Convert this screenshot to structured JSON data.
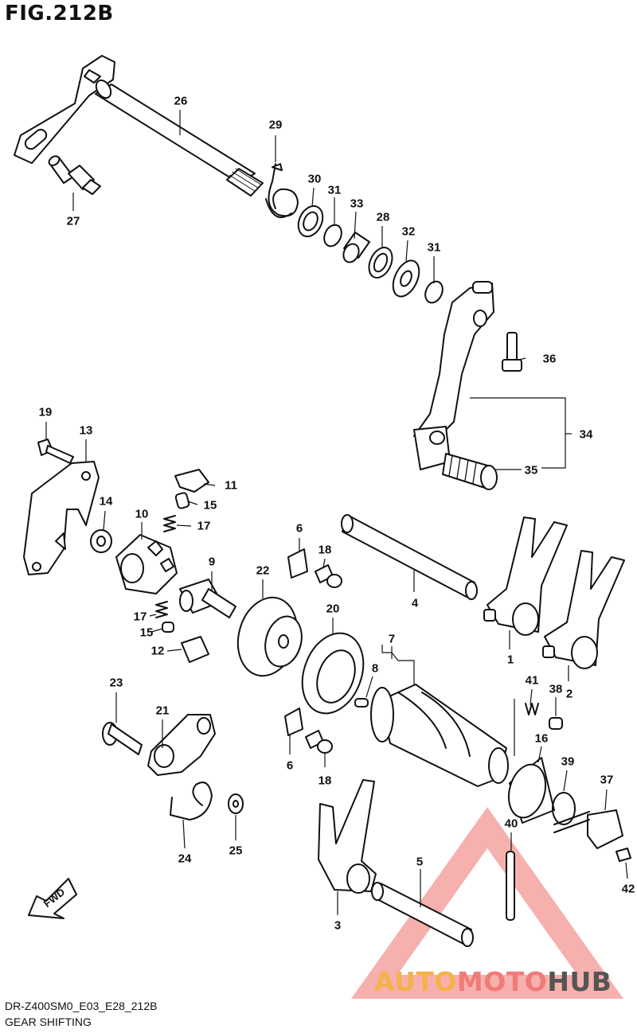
{
  "figure": {
    "title": "FIG.212B",
    "diagram_code": "DR-Z400SM0_E03_E28_212B",
    "caption": "GEAR SHIFTING"
  },
  "orientation_badge": "FWD",
  "watermark": {
    "part1": "AUTO",
    "part2": "MOTO",
    "part3": "HUB",
    "colors": {
      "auto": "#f5b24a",
      "moto": "#ef7c79",
      "hub": "#555555"
    }
  },
  "callouts": {
    "c1": "1",
    "c2": "2",
    "c3": "3",
    "c4": "4",
    "c5": "5",
    "c6a": "6",
    "c6b": "6",
    "c7": "7",
    "c8": "8",
    "c9": "9",
    "c10": "10",
    "c11": "11",
    "c12": "12",
    "c13": "13",
    "c14": "14",
    "c15a": "15",
    "c15b": "15",
    "c16": "16",
    "c17a": "17",
    "c17b": "17",
    "c18a": "18",
    "c18b": "18",
    "c19": "19",
    "c20": "20",
    "c21": "21",
    "c22": "22",
    "c23": "23",
    "c24": "24",
    "c25": "25",
    "c26": "26",
    "c27": "27",
    "c28": "28",
    "c29": "29",
    "c30": "30",
    "c31a": "31",
    "c31b": "31",
    "c32": "32",
    "c33": "33",
    "c34": "34",
    "c35": "35",
    "c36": "36",
    "c37": "37",
    "c38": "38",
    "c39": "39",
    "c40": "40",
    "c41": "41",
    "c42": "42"
  }
}
